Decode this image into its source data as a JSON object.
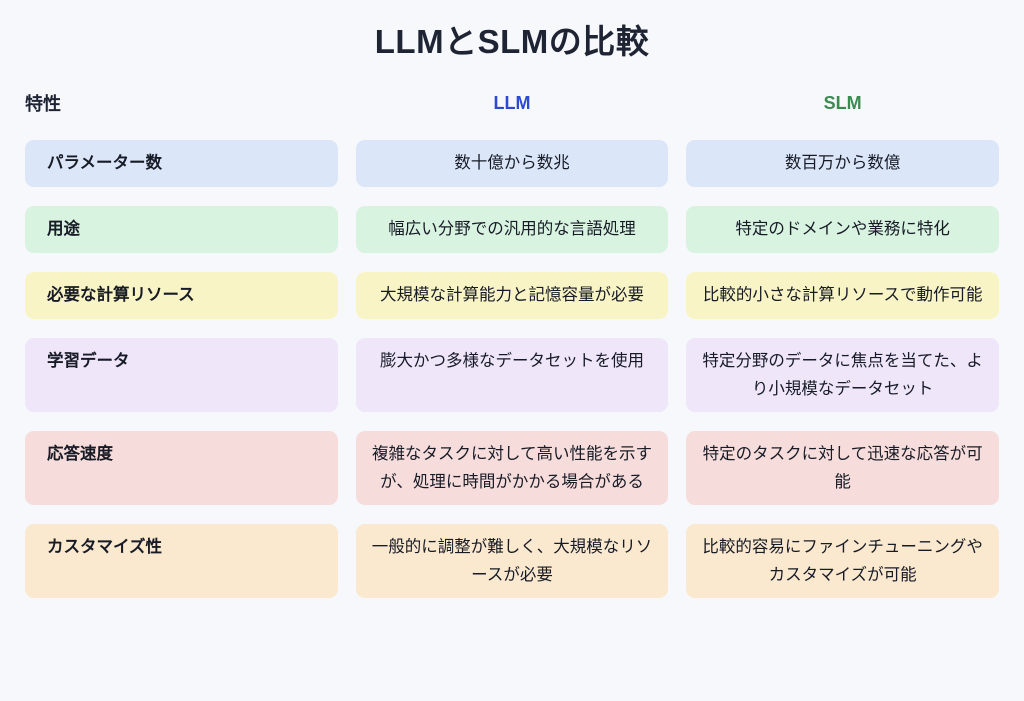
{
  "title": "LLMとSLMの比較",
  "colors": {
    "page_background": "#f6f8fb",
    "title_text": "#1e2433",
    "cell_text": "#171b26",
    "llm_header_text": "#2d48d4",
    "slm_header_text": "#3b8a50"
  },
  "table": {
    "headers": [
      {
        "label": "特性"
      },
      {
        "label": "LLM"
      },
      {
        "label": "SLM"
      }
    ],
    "rows": [
      {
        "feature": "パラメーター数",
        "llm": "数十億から数兆",
        "slm": "数百万から数億",
        "color": "#dbe6f8"
      },
      {
        "feature": "用途",
        "llm": "幅広い分野での汎用的な言語処理",
        "slm": "特定のドメインや業務に特化",
        "color": "#d9f3e1"
      },
      {
        "feature": "必要な計算リソース",
        "llm": "大規模な計算能力と記憶容量が必要",
        "slm": "比較的小さな計算リソースで動作可能",
        "color": "#f9f4c5"
      },
      {
        "feature": "学習データ",
        "llm": "膨大かつ多様なデータセットを使用",
        "slm": "特定分野のデータに焦点を当てた、より小規模なデータセット",
        "color": "#efe6f9"
      },
      {
        "feature": "応答速度",
        "llm": "複雑なタスクに対して高い性能を示すが、処理に時間がかかる場合がある",
        "slm": "特定のタスクに対して迅速な応答が可能",
        "color": "#f6dcdb"
      },
      {
        "feature": "カスタマイズ性",
        "llm": "一般的に調整が難しく、大規模なリソースが必要",
        "slm": "比較的容易にファインチューニングやカスタマイズが可能",
        "color": "#fae8cf"
      }
    ]
  }
}
